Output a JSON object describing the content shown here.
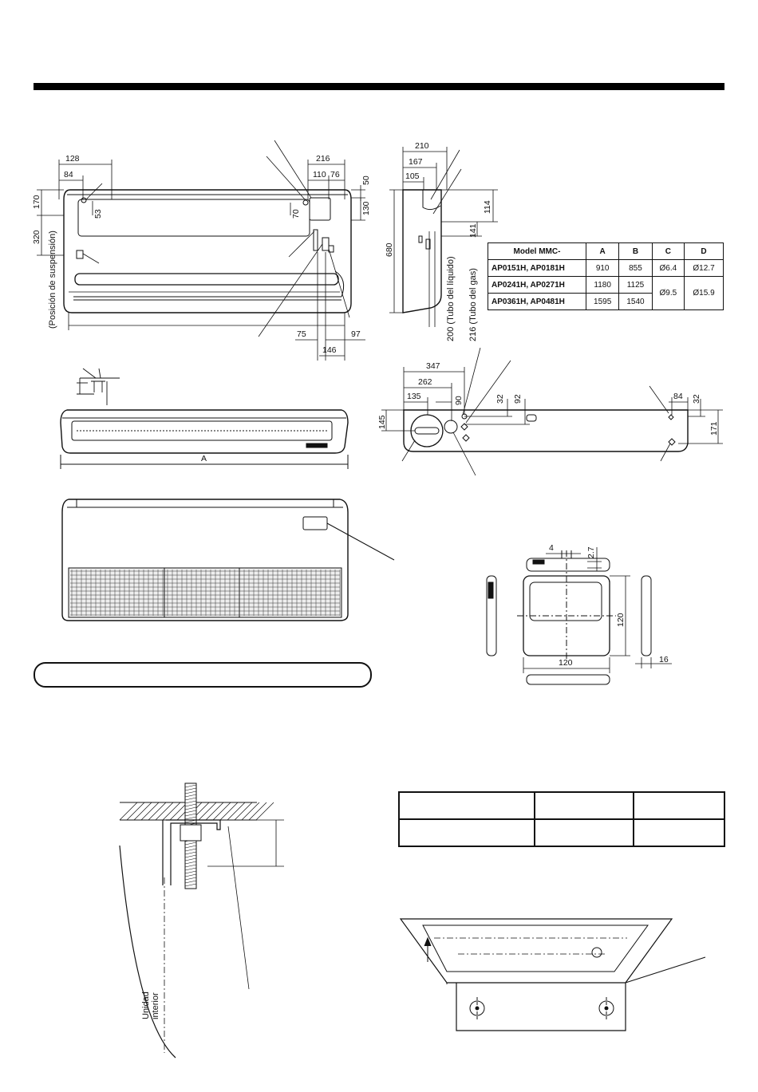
{
  "front_view": {
    "dims": {
      "d128": "128",
      "d84": "84",
      "d216": "216",
      "d110": "110",
      "d76": "76",
      "d50": "50",
      "d170": "170",
      "d53": "53",
      "d70": "70",
      "d130": "130",
      "d320": "320",
      "d75": "75",
      "d97": "97",
      "d146": "146"
    },
    "suspension_label": "(Posición de suspensión)"
  },
  "side_view": {
    "dims": {
      "d210": "210",
      "d167": "167",
      "d105": "105",
      "d680": "680",
      "d114": "114",
      "d141": "141"
    },
    "liquid_pipe_label": "200 (Tubo del líquido)",
    "gas_pipe_label": "216 (Tubo del gas)"
  },
  "model_table": {
    "headers": [
      "Model  MMC-",
      "A",
      "B",
      "C",
      "D"
    ],
    "rows": [
      {
        "model": "AP0151H, AP0181H",
        "a": "910",
        "b": "855",
        "c": "Ø6.4",
        "d": "Ø12.7"
      },
      {
        "model": "AP0241H, AP0271H",
        "a": "1180",
        "b": "1125",
        "c": "Ø9.5",
        "d": "Ø15.9"
      },
      {
        "model": "AP0361H, AP0481H",
        "a": "1595",
        "b": "1540"
      }
    ]
  },
  "top_view": {
    "dims": {
      "d347": "347",
      "d262": "262",
      "d135": "135",
      "d90": "90",
      "d32a": "32",
      "d92": "92",
      "d84": "84",
      "d32b": "32",
      "d145": "145",
      "d171": "171"
    }
  },
  "bottom_view": {
    "label_a": "A"
  },
  "remote": {
    "dims": {
      "d4": "4",
      "d27": "2.7",
      "d120v": "120",
      "d120h": "120",
      "d16": "16"
    }
  },
  "hanger": {
    "label_line1": "Unidad",
    "label_line2": "interior"
  }
}
